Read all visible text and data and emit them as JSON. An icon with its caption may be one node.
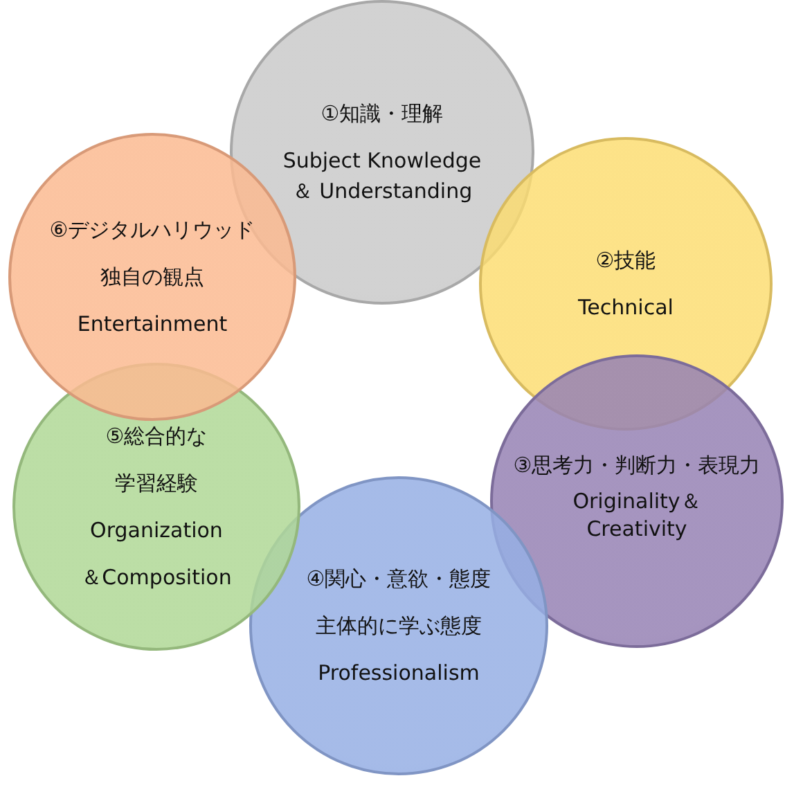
{
  "diagram": {
    "nodes": [
      {
        "text": [
          "①知識・理解",
          "Subject Knowledge＆ Understanding"
        ]
      },
      {
        "text": [
          "②技能",
          "Technical"
        ]
      },
      {
        "text": [
          "③思考力・判断力・表現力",
          "Originality＆ Creativity"
        ]
      },
      {
        "text": [
          "④関心・意欲・態度",
          "主体的に学ぶ態度",
          "Professionalism"
        ]
      },
      {
        "text": [
          "⑤総合的な",
          "学習経験",
          "Organization",
          "＆Composition"
        ]
      },
      {
        "text": [
          "⑥デジタルハリウッド",
          "独自の観点",
          "Entertainment"
        ]
      }
    ]
  }
}
